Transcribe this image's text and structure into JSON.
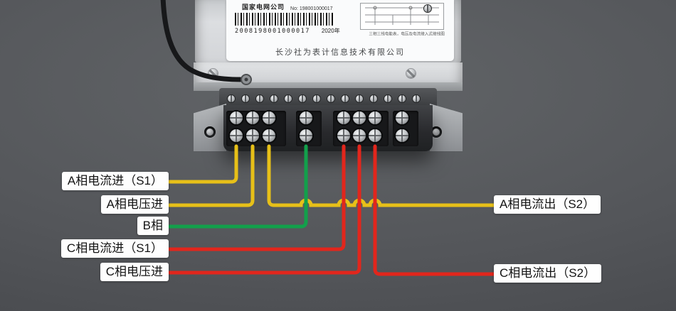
{
  "scene": {
    "background_color": "#54565a"
  },
  "meter": {
    "header_brand": "国家电网公司",
    "barcode_no": "No: 198001000017",
    "serial_number": "2008198001000017",
    "year": "2020年",
    "diagram_caption": "三相三线电能表，电压及电流接入式接线图",
    "company_name": "长沙社为表计信息技术有限公司"
  },
  "wire_colors": {
    "yellow": "#e7c018",
    "green": "#12a04b",
    "red": "#e2261c",
    "cable_black": "#17181a"
  },
  "wiring_labels": {
    "left": [
      {
        "id": "a-current-in",
        "text": "A相电流进（S1）",
        "color": "yellow"
      },
      {
        "id": "a-voltage-in",
        "text": "A相电压进",
        "color": "yellow"
      },
      {
        "id": "b-phase",
        "text": "B相",
        "color": "green"
      },
      {
        "id": "c-current-in",
        "text": "C相电流进（S1）",
        "color": "red"
      },
      {
        "id": "c-voltage-in",
        "text": "C相电压进",
        "color": "red"
      }
    ],
    "right": [
      {
        "id": "a-current-out",
        "text": "A相电流出（S2）",
        "color": "yellow"
      },
      {
        "id": "c-current-out",
        "text": "C相电流出（S2）",
        "color": "red"
      }
    ]
  }
}
